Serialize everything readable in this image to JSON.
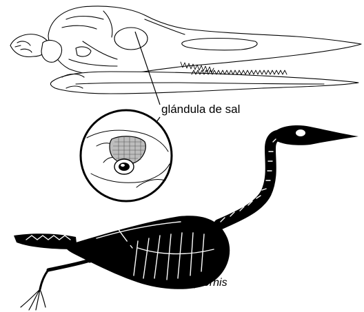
{
  "labels": {
    "gland": "glándula de sal",
    "genus": "Baptornis"
  },
  "colors": {
    "ink": "#000000",
    "paper": "#ffffff",
    "gland_fill": "#bdbdbd"
  },
  "figures": {
    "skull": "skull-lateral-view",
    "inset": "salt-gland-inset",
    "skeleton": "skeleton-silhouette"
  }
}
